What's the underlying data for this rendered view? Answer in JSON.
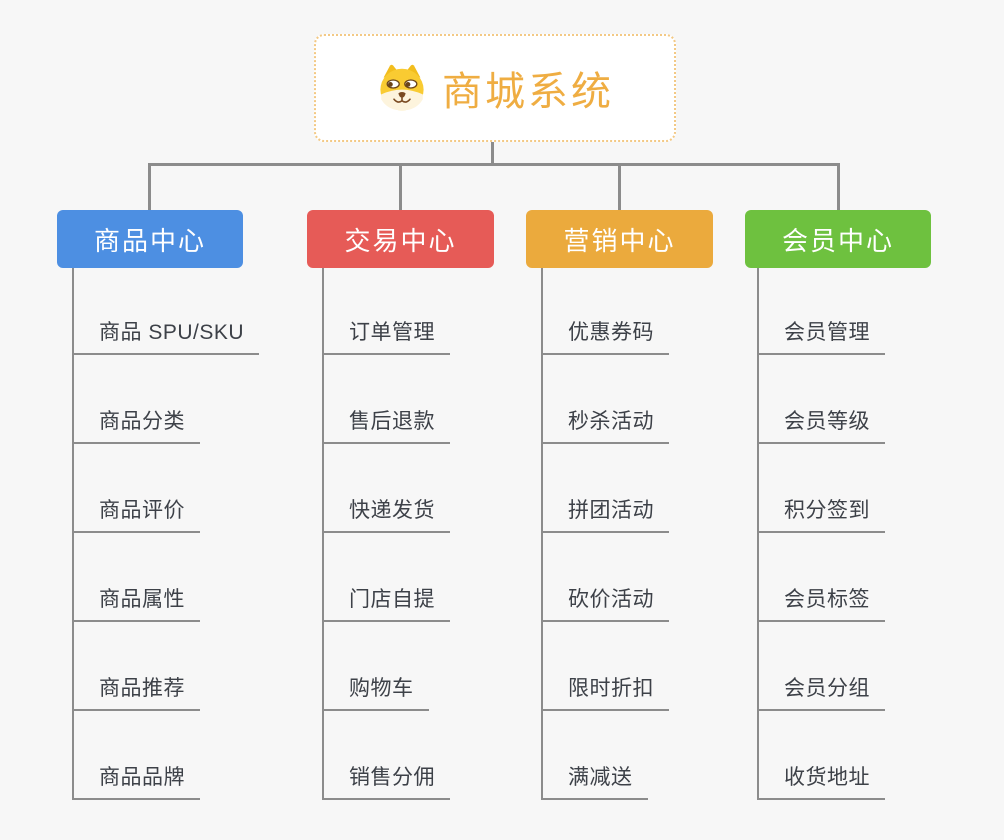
{
  "root": {
    "title": "商城系统",
    "icon": "dog-icon"
  },
  "theme": {
    "background": "#f7f7f7",
    "root_text": "#efad42",
    "root_border": "#f3c985",
    "connector": "#8c8c8c",
    "leaf_text": "#3d4148",
    "leaf_underline": "#8c8c8c"
  },
  "branches": [
    {
      "label": "商品中心",
      "color": "#4d8fe2",
      "items": [
        "商品 SPU/SKU",
        "商品分类",
        "商品评价",
        "商品属性",
        "商品推荐",
        "商品品牌"
      ]
    },
    {
      "label": "交易中心",
      "color": "#e65b57",
      "items": [
        "订单管理",
        "售后退款",
        "快递发货",
        "门店自提",
        "购物车",
        "销售分佣"
      ]
    },
    {
      "label": "营销中心",
      "color": "#ebaa3d",
      "items": [
        "优惠券码",
        "秒杀活动",
        "拼团活动",
        "砍价活动",
        "限时折扣",
        "满减送"
      ]
    },
    {
      "label": "会员中心",
      "color": "#6ec13f",
      "items": [
        "会员管理",
        "会员等级",
        "积分签到",
        "会员标签",
        "会员分组",
        "收货地址"
      ]
    }
  ]
}
